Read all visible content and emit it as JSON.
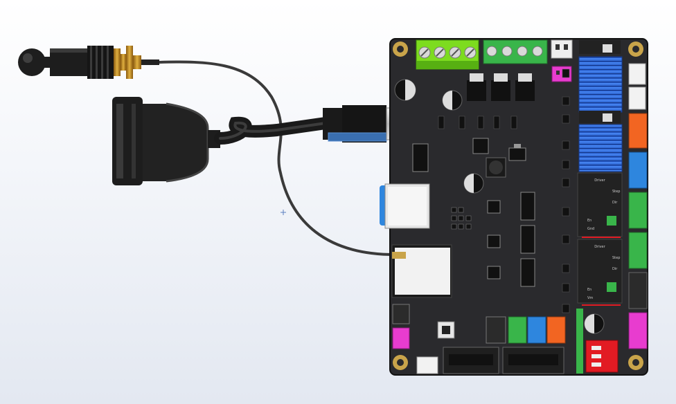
{
  "scene": {
    "background_top": "#ffffff",
    "background_bottom": "#e3e8f1",
    "board_color": "#2a2a2d",
    "cursor_icon": "crosshair-plus"
  },
  "board": {
    "labels": {
      "driver_x": "Driver",
      "driver_y": "Driver",
      "step": "Step",
      "dir": "Dir",
      "en": "En",
      "gnd": "Gnd",
      "vm": "Vm"
    }
  },
  "connector_colors": {
    "green": "#39b54a",
    "lime": "#7ddc1f",
    "blue": "#2e86de",
    "orange": "#f26522",
    "magenta": "#e83ccf",
    "white": "#f2f2f2",
    "black": "#2b2b2b",
    "red": "#e21b23",
    "heatsink": "#2f6fe0"
  }
}
